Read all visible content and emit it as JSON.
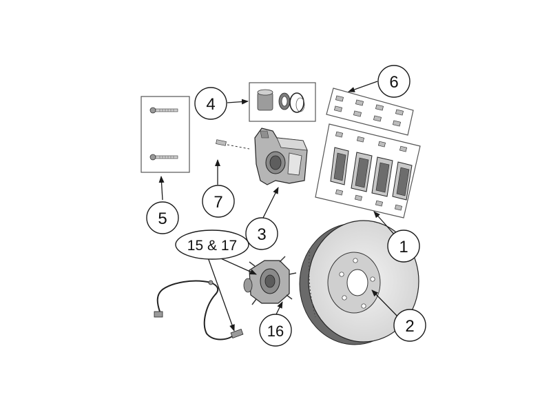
{
  "callouts": {
    "c1": "1",
    "c2": "2",
    "c3": "3",
    "c4": "4",
    "c5": "5",
    "c6": "6",
    "c7": "7",
    "c15_17": "15 & 17",
    "c16": "16"
  },
  "colors": {
    "line": "#1a1a1a",
    "part_light": "#e6e6e6",
    "part_mid": "#b9b9b9",
    "part_dark": "#7a7a7a",
    "box_stroke": "#555555"
  }
}
